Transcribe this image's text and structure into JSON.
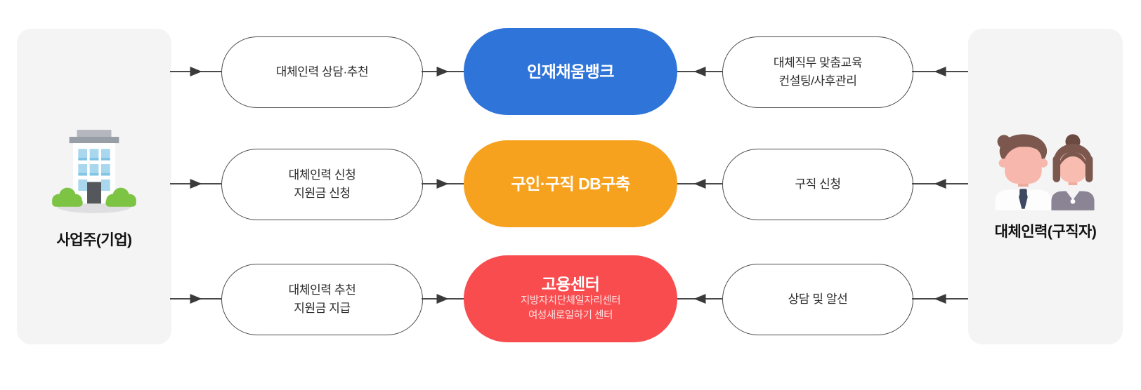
{
  "panels": {
    "employer": {
      "label": "사업주(기업)",
      "icon": "building-icon"
    },
    "job_seeker": {
      "label": "대체인력(구직자)",
      "icon": "job-seekers-icon"
    }
  },
  "rows": [
    {
      "left_pill": {
        "line1": "대체인력 상담·추천"
      },
      "center_pill": {
        "title": "인재채움뱅크",
        "color": "#2e74d9"
      },
      "right_pill": {
        "line1": "대체직무 맞춤교육",
        "line2": "컨설팅/사후관리"
      }
    },
    {
      "left_pill": {
        "line1": "대체인력 신청",
        "line2": "지원금 신청"
      },
      "center_pill": {
        "title": "구인·구직 DB구축",
        "color": "#f7a21f"
      },
      "right_pill": {
        "line1": "구직 신청"
      }
    },
    {
      "left_pill": {
        "line1": "대체인력 추천",
        "line2": "지원금 지급"
      },
      "center_pill": {
        "title": "고용센터",
        "subtitle1": "지방자치단체일자리센터",
        "subtitle2": "여성새로일하기 센터",
        "color": "#f84c4f"
      },
      "right_pill": {
        "line1": "상담 및 알선"
      }
    }
  ],
  "colors": {
    "panel_bg": "#f4f4f5",
    "line": "#4a4a4a",
    "pill_border": "#4a4a4a",
    "center_blue": "#2e74d9",
    "center_orange": "#f7a21f",
    "center_red": "#f84c4f",
    "text": "#2c2c2c"
  }
}
